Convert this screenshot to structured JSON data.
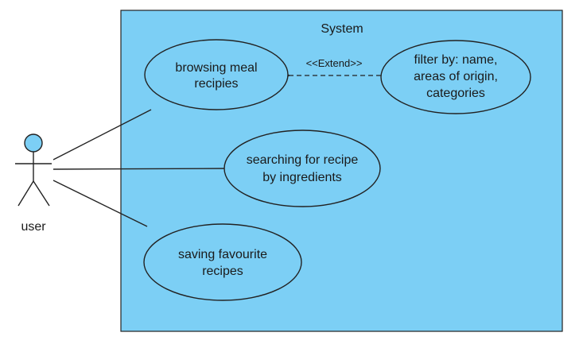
{
  "system": {
    "title": "System",
    "fill": "#7ccff5",
    "border": "#222222"
  },
  "actor": {
    "label": "user",
    "head_fill": "#7ccff5"
  },
  "use_cases": {
    "browsing": {
      "line1": "browsing meal",
      "line2": "recipies"
    },
    "filter": {
      "line1": "filter by: name,",
      "line2": "areas of origin,",
      "line3": "categories"
    },
    "searching": {
      "line1": "searching for recipe",
      "line2": "by ingredients"
    },
    "saving": {
      "line1": "saving favourite",
      "line2": "recipes"
    }
  },
  "relations": {
    "extend_label": "<<Extend>>"
  }
}
